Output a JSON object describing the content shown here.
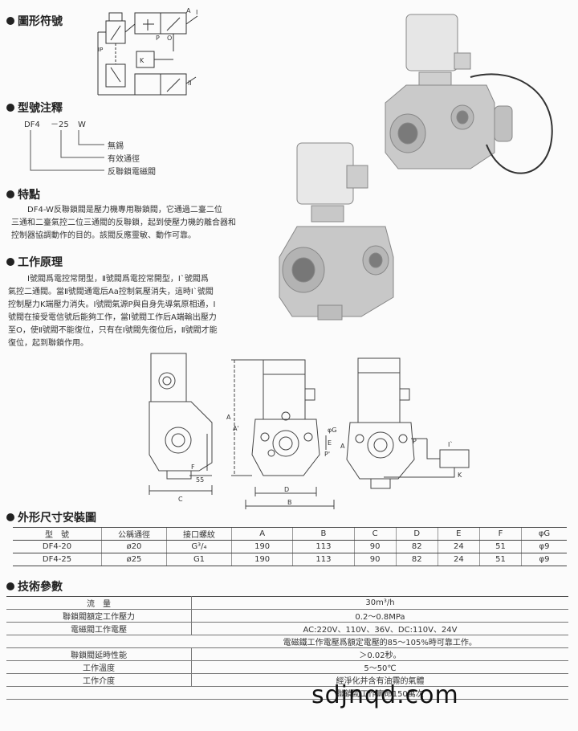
{
  "sections": {
    "symbol": "圖形符號",
    "model": "型號注釋",
    "features": "特點",
    "principle": "工作原理",
    "dimensions": "外形尺寸安裝圖",
    "tech": "技術參數"
  },
  "symbol_labels": {
    "A": "A",
    "P": "P",
    "O": "O",
    "K": "K",
    "I": "I",
    "II": "II",
    "IP": "IP"
  },
  "model_code": {
    "prefix": "DF4",
    "dash1": "－",
    "size": "25",
    "suffix": "W",
    "notes": [
      "無錫",
      "有效通徑",
      "反聯鎖電磁閥"
    ]
  },
  "features_text": [
    "DF4-W反聯鎖閥是壓力機專用聯鎖閥，它通過二臺二位",
    "三通和二臺氣控二位三通閥的反聯鎖，起到使壓力機的離合器和",
    "控制器協調動作的目的。該閥反應靈敏、動作可靠。"
  ],
  "principle_text": [
    "Ⅰ號閥爲電控常閉型，Ⅱ號閥爲電控常開型，Ⅰ`號閥爲",
    "氣控二通閥。當Ⅱ號閥通電后Aa控制氣壓消失，這時Ⅰ`號閥",
    "控制壓力K端壓力消失。Ⅰ號閥氣源P與自身先導氣原相通，Ⅰ",
    "號閥在接受電信號后能夠工作，當Ⅰ號閥工作后A端輸出壓力",
    "至O，使Ⅱ號閥不能復位，只有在Ⅰ號閥先復位后，Ⅱ號閥才能",
    "復位，起到聯鎖作用。"
  ],
  "drawing_labels": {
    "A": "A",
    "B": "B",
    "C": "C",
    "D": "D",
    "E": "E",
    "F": "F",
    "G": "φG",
    "dim55": "55",
    "Aprime": "A'",
    "Pprime": "P'",
    "Iprime": "I`",
    "K": "K",
    "P": "P"
  },
  "dims_table": {
    "headers": [
      "型　號",
      "公稱通徑",
      "接口螺紋",
      "A",
      "B",
      "C",
      "D",
      "E",
      "F",
      "φG"
    ],
    "rows": [
      [
        "DF4-20",
        "ø20",
        "G³/₄",
        "190",
        "113",
        "90",
        "82",
        "24",
        "51",
        "φ9"
      ],
      [
        "DF4-25",
        "ø25",
        "G1",
        "190",
        "113",
        "90",
        "82",
        "24",
        "51",
        "φ9"
      ]
    ]
  },
  "params_table": [
    {
      "label": "流　量",
      "value": "30m³/h"
    },
    {
      "label": "聯鎖閥額定工作壓力",
      "value": "0.2～0.8MPa"
    },
    {
      "label": "電磁閥工作電壓",
      "value": "AC:220V、110V、36V、DC:110V、24V"
    },
    {
      "label": "",
      "value": "電磁鐵工作電壓爲額定電壓的85～105%時可靠工作。"
    },
    {
      "label": "聯鎖閥延時性能",
      "value": "＞0.02秒。"
    },
    {
      "label": "工作溫度",
      "value": "5～50℃"
    },
    {
      "label": "工作介度",
      "value": "經淨化并含有油霧的氣體"
    },
    {
      "label": "",
      "value": "聯鎖閥工作壽命150萬次"
    }
  ],
  "watermark": "sdjnqd.com"
}
